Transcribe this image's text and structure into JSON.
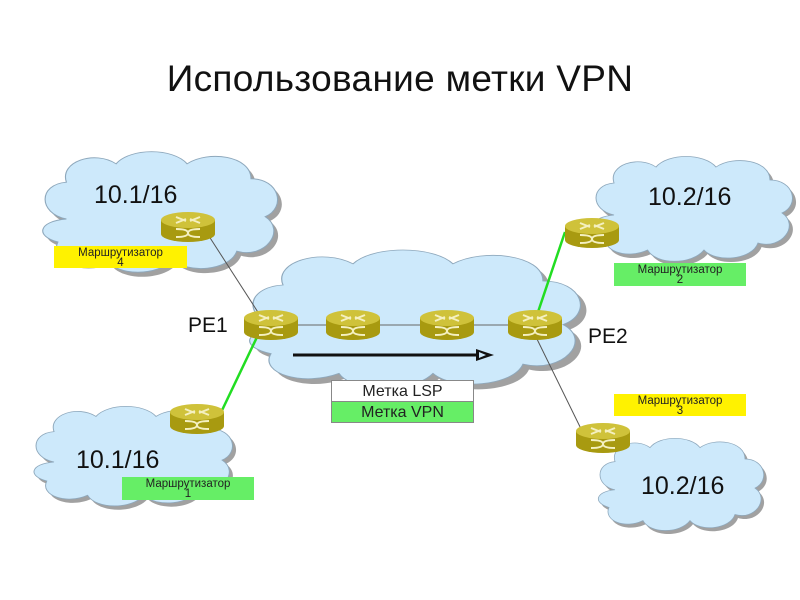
{
  "title": "Использование метки VPN",
  "colors": {
    "cloud_fill": "#cde9fb",
    "cloud_shadow": "#8a8a8a",
    "router_fill": "#b5a818",
    "router_top": "#d1c43a",
    "label_yellow": "#fff200",
    "label_green": "#66ee66",
    "green_link": "#22dd22",
    "gray_link": "#555555"
  },
  "networks": [
    {
      "id": "net-tl",
      "text": "10.1/16"
    },
    {
      "id": "net-tr",
      "text": "10.2/16"
    },
    {
      "id": "net-bl",
      "text": "10.1/16"
    },
    {
      "id": "net-br",
      "text": "10.2/16"
    }
  ],
  "routers": {
    "r4": {
      "name": "Маршрутизатор",
      "number": "4",
      "label_color": "yellow"
    },
    "r2": {
      "name": "Маршрутизатор",
      "number": "2",
      "label_color": "green"
    },
    "r3": {
      "name": "Маршрутизатор",
      "number": "3",
      "label_color": "yellow"
    },
    "r1": {
      "name": "Маршрутизатор",
      "number": "1",
      "label_color": "green"
    }
  },
  "provider_edges": {
    "pe1": "PE1",
    "pe2": "PE2"
  },
  "labels_stack": {
    "lsp": "Метка LSP",
    "vpn": "Метка VPN"
  },
  "icons": {
    "router": "router-icon",
    "cloud": "cloud-icon",
    "arrow": "arrow-right-icon"
  }
}
